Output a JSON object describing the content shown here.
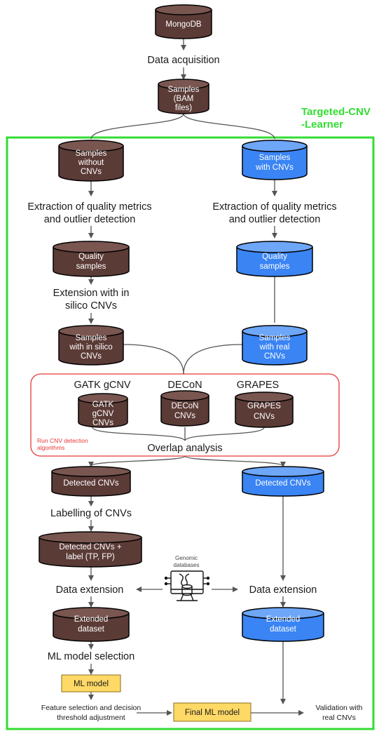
{
  "title": {
    "line1": "Targeted-CNV",
    "line2": "-Learner"
  },
  "colors": {
    "brown": "#5b3b36",
    "blue": "#3a84f4",
    "green": "#33dd33",
    "red": "#e53935",
    "yellow": "#ffd966"
  },
  "nodes": {
    "mongodb": "MongoDB",
    "samples": [
      "Samples",
      "(BAM",
      "files)"
    ],
    "samples_without": [
      "Samples",
      "without",
      "CNVs"
    ],
    "samples_with": [
      "Samples",
      "with CNVs"
    ],
    "quality_left": [
      "Quality",
      "samples"
    ],
    "quality_right": [
      "Quality",
      "samples"
    ],
    "insilico": [
      "Samples",
      "with in silico",
      "CNVs"
    ],
    "real": [
      "Samples",
      "with real",
      "CNVs"
    ],
    "gatk": [
      "GATK",
      "gCNV",
      "CNVs"
    ],
    "decon": [
      "DECoN",
      "CNVs"
    ],
    "grapes": [
      "GRAPES",
      "CNVs"
    ],
    "detected_left": "Detected CNVs",
    "detected_right": "Detected CNVs",
    "detected_label": [
      "Detected CNVs +",
      "label (TP, FP)"
    ],
    "extended_left": [
      "Extended",
      "dataset"
    ],
    "extended_right": [
      "Extended",
      "dataset"
    ],
    "ml_model": "ML model",
    "final_model": "Final ML model"
  },
  "steps": {
    "data_acquisition": "Data acquisition",
    "extraction_left": [
      "Extraction of quality metrics",
      "and outlier detection"
    ],
    "extraction_right": [
      "Extraction of quality metrics",
      "and outlier detection"
    ],
    "extension": [
      "Extension with in",
      "silico CNVs"
    ],
    "gatk_head": "GATK gCNV",
    "decon_head": "DECoN",
    "grapes_head": "GRAPES",
    "run_cnv": [
      "Run CNV detection",
      "algorithms"
    ],
    "overlap": "Overlap analysis",
    "labelling": "Labelling of CNVs",
    "data_ext_left": "Data extension",
    "data_ext_right": "Data extension",
    "genomic": [
      "Genomic",
      "databases"
    ],
    "ml_selection": "ML model selection",
    "feature": [
      "Feature selection and decision",
      "threshold adjustment"
    ],
    "validation": [
      "Validation with",
      "real CNVs"
    ]
  }
}
